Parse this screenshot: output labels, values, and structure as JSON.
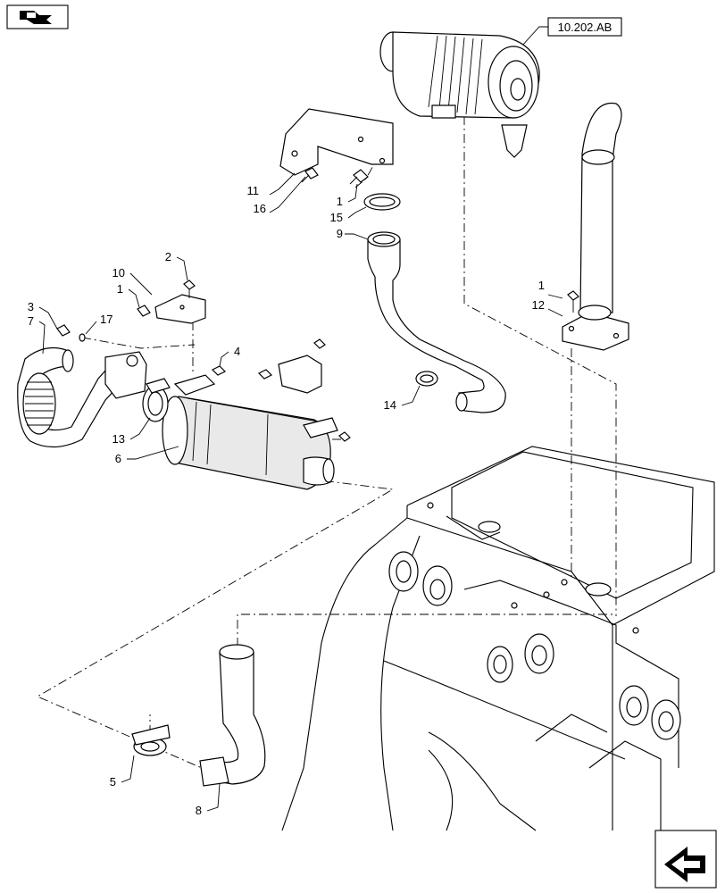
{
  "reference_box": {
    "label": "10.202.AB"
  },
  "callouts": [
    {
      "id": "c1a",
      "label": "1"
    },
    {
      "id": "c1b",
      "label": "1"
    },
    {
      "id": "c1c",
      "label": "1"
    },
    {
      "id": "c2",
      "label": "2"
    },
    {
      "id": "c3",
      "label": "3"
    },
    {
      "id": "c4",
      "label": "4"
    },
    {
      "id": "c5",
      "label": "5"
    },
    {
      "id": "c6",
      "label": "6"
    },
    {
      "id": "c7",
      "label": "7"
    },
    {
      "id": "c8",
      "label": "8"
    },
    {
      "id": "c9",
      "label": "9"
    },
    {
      "id": "c10",
      "label": "10"
    },
    {
      "id": "c11",
      "label": "11"
    },
    {
      "id": "c12",
      "label": "12"
    },
    {
      "id": "c13",
      "label": "13"
    },
    {
      "id": "c14",
      "label": "14"
    },
    {
      "id": "c15",
      "label": "15"
    },
    {
      "id": "c16",
      "label": "16"
    },
    {
      "id": "c17",
      "label": "17"
    }
  ],
  "icons": {
    "top_left": "book-arrow-icon",
    "bottom_right": "next-page-arrow-icon"
  }
}
